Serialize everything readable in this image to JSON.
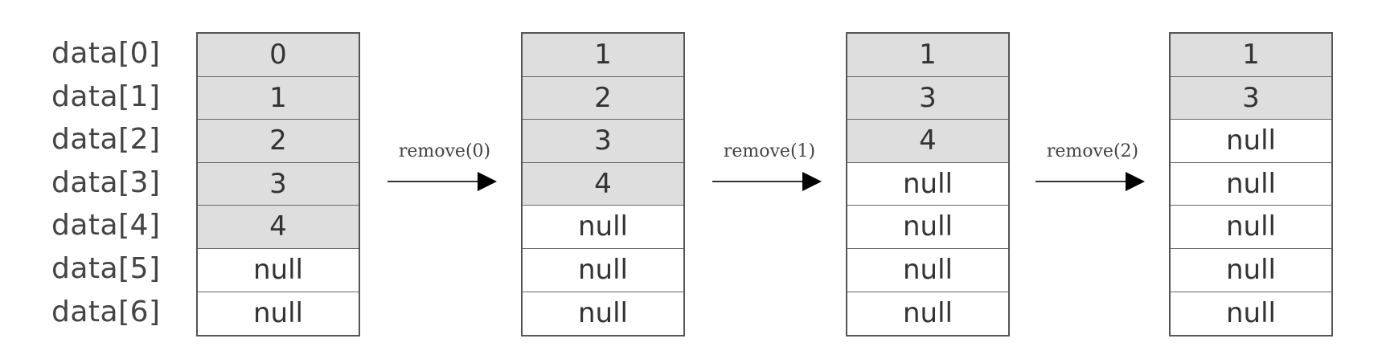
{
  "index_labels": [
    "data[0]",
    "data[1]",
    "data[2]",
    "data[3]",
    "data[4]",
    "data[5]",
    "data[6]"
  ],
  "arrays": [
    {
      "cells": [
        {
          "value": "0",
          "filled": true
        },
        {
          "value": "1",
          "filled": true
        },
        {
          "value": "2",
          "filled": true
        },
        {
          "value": "3",
          "filled": true
        },
        {
          "value": "4",
          "filled": true
        },
        {
          "value": "null",
          "filled": false
        },
        {
          "value": "null",
          "filled": false
        }
      ]
    },
    {
      "cells": [
        {
          "value": "1",
          "filled": true
        },
        {
          "value": "2",
          "filled": true
        },
        {
          "value": "3",
          "filled": true
        },
        {
          "value": "4",
          "filled": true
        },
        {
          "value": "null",
          "filled": false
        },
        {
          "value": "null",
          "filled": false
        },
        {
          "value": "null",
          "filled": false
        }
      ]
    },
    {
      "cells": [
        {
          "value": "1",
          "filled": true
        },
        {
          "value": "3",
          "filled": true
        },
        {
          "value": "4",
          "filled": true
        },
        {
          "value": "null",
          "filled": false
        },
        {
          "value": "null",
          "filled": false
        },
        {
          "value": "null",
          "filled": false
        },
        {
          "value": "null",
          "filled": false
        }
      ]
    },
    {
      "cells": [
        {
          "value": "1",
          "filled": true
        },
        {
          "value": "3",
          "filled": true
        },
        {
          "value": "null",
          "filled": false
        },
        {
          "value": "null",
          "filled": false
        },
        {
          "value": "null",
          "filled": false
        },
        {
          "value": "null",
          "filled": false
        },
        {
          "value": "null",
          "filled": false
        }
      ]
    }
  ],
  "operations": [
    "remove(0)",
    "remove(1)",
    "remove(2)"
  ],
  "colors": {
    "filled_cell": "#dedede",
    "empty_cell": "#ffffff",
    "border": "#555555",
    "text": "#333333"
  }
}
